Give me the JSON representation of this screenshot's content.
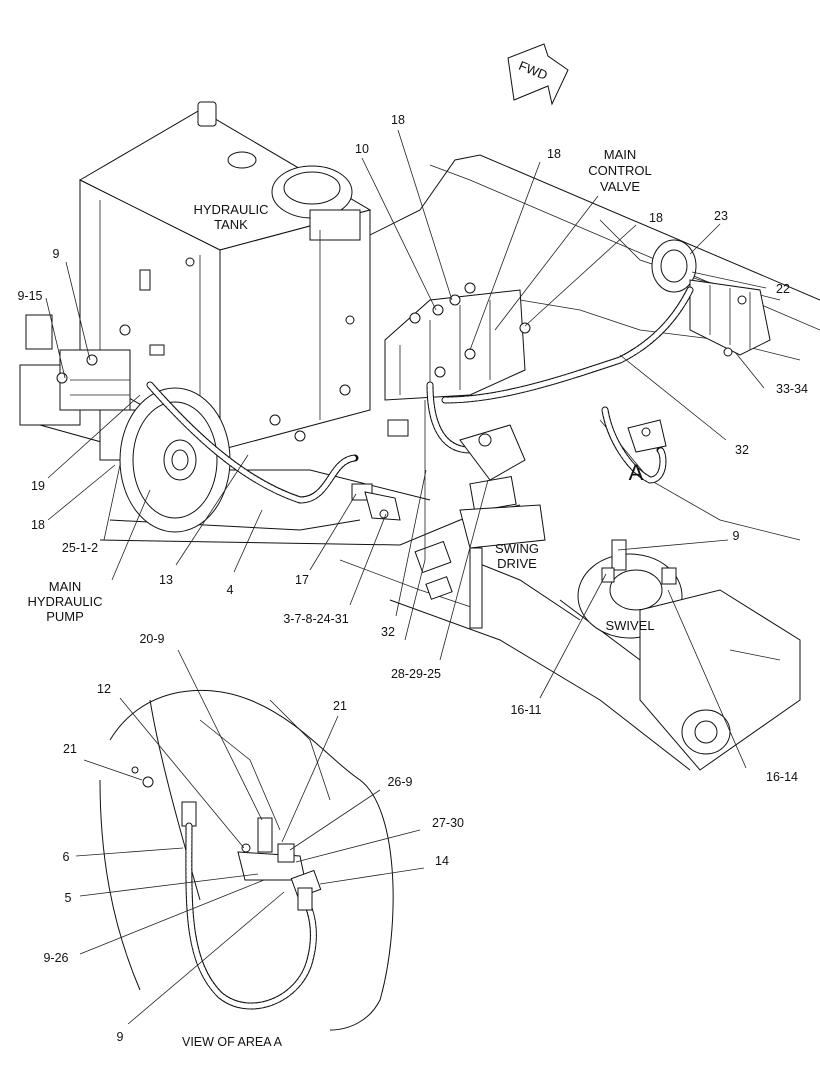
{
  "direction_arrow": {
    "label": "FWD",
    "icon": "forward-arrow-icon"
  },
  "components": {
    "hydraulic_tank": [
      "HYDRAULIC",
      "TANK"
    ],
    "main_control_valve": [
      "MAIN",
      "CONTROL",
      "VALVE"
    ],
    "main_hydraulic_pump": [
      "MAIN",
      "HYDRAULIC",
      "PUMP"
    ],
    "swing_drive": [
      "SWING",
      "DRIVE"
    ],
    "swivel": "SWIVEL",
    "area_marker": "A"
  },
  "view_caption": "VIEW OF AREA A",
  "callouts": {
    "c18a": "18",
    "c10": "10",
    "c18b": "18",
    "c18c": "18",
    "c23": "23",
    "c22": "22",
    "c9a": "9",
    "c9_15": "9-15",
    "c33_34": "33-34",
    "c32a": "32",
    "c19": "19",
    "c18d": "18",
    "c25_1_2": "25-1-2",
    "c13": "13",
    "c4": "4",
    "c17": "17",
    "c3_7_8_24_31": "3-7-8-24-31",
    "c32b": "32",
    "c28_29_25": "28-29-25",
    "c9b": "9",
    "c16_11": "16-11",
    "c16_14": "16-14",
    "c20_9": "20-9",
    "c12": "12",
    "c21a": "21",
    "c21b": "21",
    "c26_9": "26-9",
    "c27_30": "27-30",
    "c6": "6",
    "c14": "14",
    "c5": "5",
    "c9_26": "9-26",
    "c9c": "9"
  }
}
